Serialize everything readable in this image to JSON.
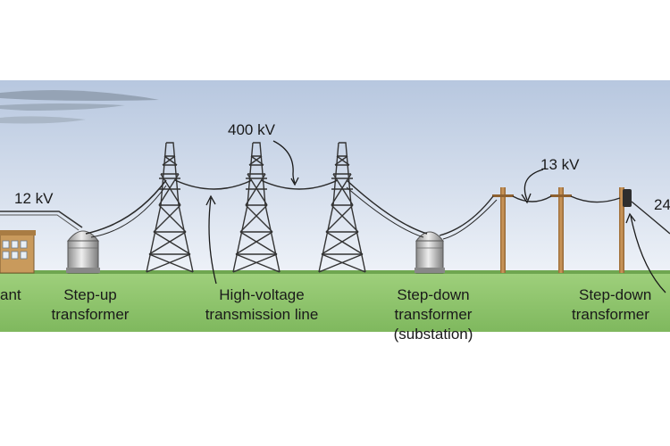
{
  "voltages": {
    "plant": "12 kV",
    "transmission": "400 kV",
    "distribution": "13 kV",
    "home": "24"
  },
  "labels": {
    "plant": "ant",
    "step_up": [
      "Step-up",
      "transformer"
    ],
    "hv_line": [
      "High-voltage",
      "transmission line"
    ],
    "step_down_sub": [
      "Step-down",
      "transformer",
      "(substation)"
    ],
    "step_down_pole": [
      "Step-down",
      "transformer"
    ]
  },
  "colors": {
    "sky_top": "#b7c7df",
    "sky_bottom": "#e9eef6",
    "ground": "#8fc66f",
    "tower": "#3a3a3a",
    "pole": "#b9834a",
    "building": "#c99a5c"
  }
}
